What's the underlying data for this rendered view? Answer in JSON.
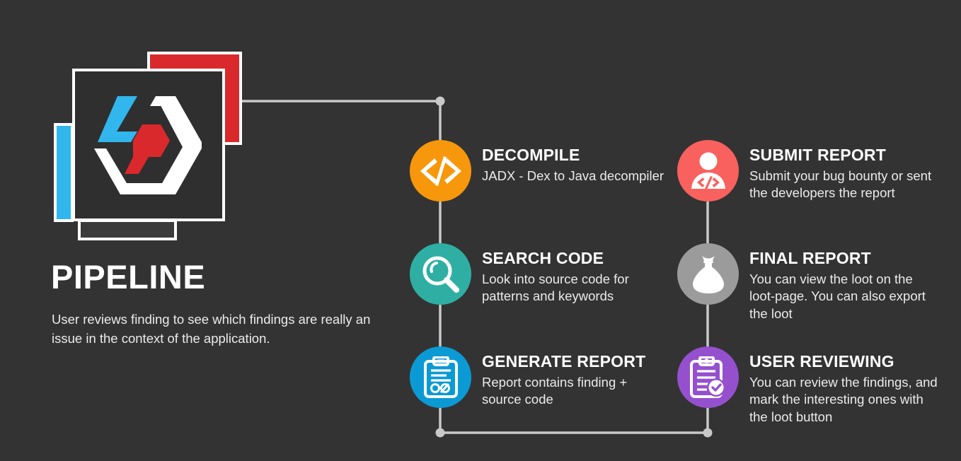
{
  "colors": {
    "background": "#333333",
    "connector": "#c9c9c9",
    "decompile": "#F7970C",
    "search_code": "#2FAFA3",
    "generate_report": "#0B9AD4",
    "submit_report": "#F9615E",
    "final_report": "#9B9B9B",
    "user_reviewing": "#9550CE",
    "logo_blue": "#31B6EE",
    "logo_red": "#D9292C",
    "logo_white": "#FFFFFF"
  },
  "header": {
    "title": "PIPELINE",
    "description": "User reviews finding to see which findings are really an issue in the context of the application."
  },
  "logo": {
    "name": "app-logo-card-stack",
    "mark": "hexagon-code-mark"
  },
  "nodes": [
    {
      "id": "decompile",
      "title": "DECOMPILE",
      "description": "JADX - Dex to Java decompiler",
      "icon": "code-brackets-icon",
      "color": "#F7970C"
    },
    {
      "id": "search-code",
      "title": "SEARCH CODE",
      "description": "Look into source code for patterns and keywords",
      "icon": "magnifying-glass-icon",
      "color": "#2FAFA3"
    },
    {
      "id": "generate-report",
      "title": "GENERATE REPORT",
      "description": "Report contains finding + source code",
      "icon": "clipboard-code-icon",
      "color": "#0B9AD4"
    },
    {
      "id": "submit-report",
      "title": "SUBMIT REPORT",
      "description": "Submit your bug bounty or sent the developers the report",
      "icon": "user-developer-icon",
      "color": "#F9615E"
    },
    {
      "id": "final-report",
      "title": "FINAL REPORT",
      "description": "You can view the loot on the loot-page. You can also export the loot",
      "icon": "loot-bag-icon",
      "color": "#9B9B9B"
    },
    {
      "id": "user-reviewing",
      "title": "USER REVIEWING",
      "description": "You can review the findings, and mark the interesting ones with the loot button",
      "icon": "clipboard-check-icon",
      "color": "#9550CE"
    }
  ]
}
